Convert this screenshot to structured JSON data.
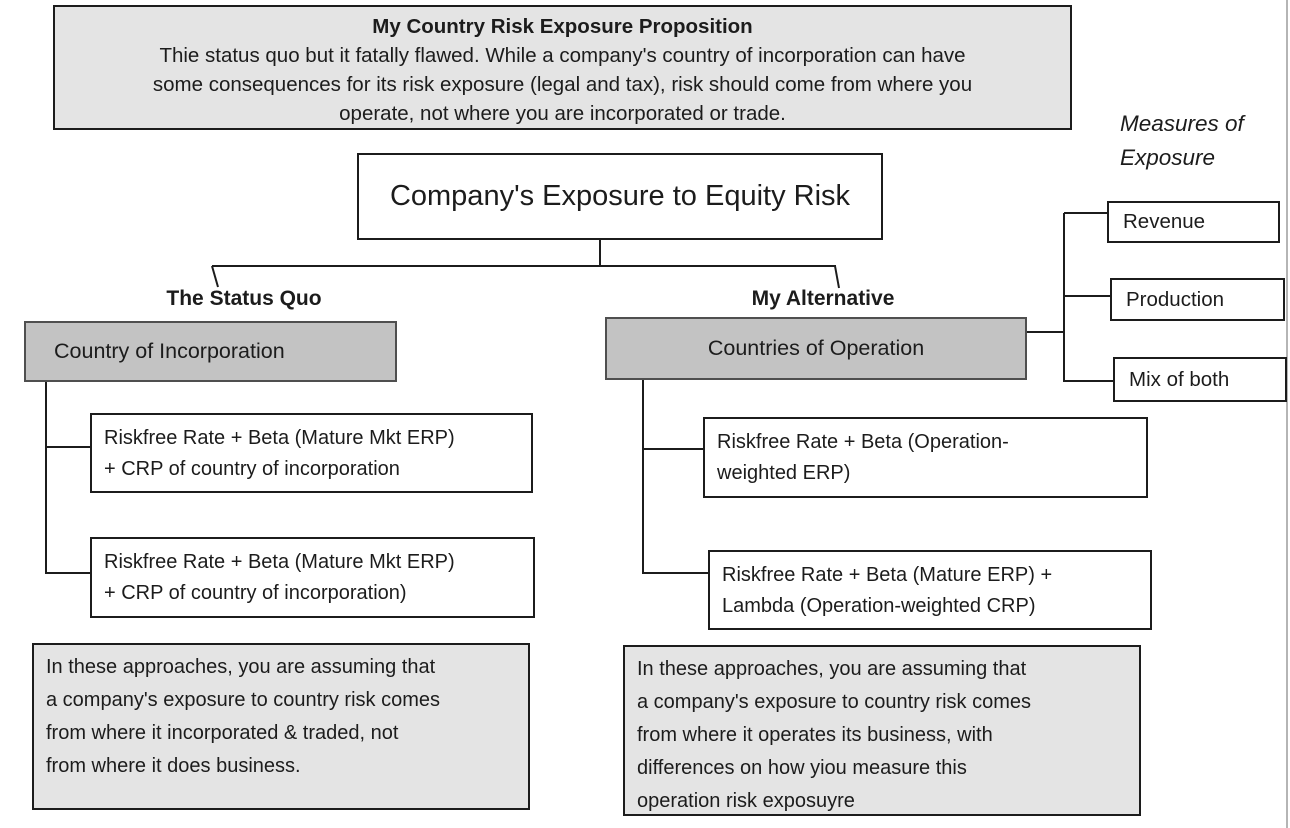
{
  "header": {
    "title": "My Country Risk Exposure Proposition",
    "body": "Thie status quo but it fatally flawed. While a company's country of incorporation can have\nsome consequences for its risk exposure (legal and tax), risk should come from where you\noperate, not where you are incorporated or trade."
  },
  "root": {
    "label": "Company's Exposure to Equity Risk"
  },
  "branches": {
    "left": {
      "header": "The Status Quo",
      "node": "Country of Incorporation",
      "formulas": [
        "Riskfree Rate + Beta (Mature Mkt ERP)\n+ CRP of country of incorporation",
        "Riskfree Rate + Beta (Mature Mkt ERP)\n+ CRP of country of incorporation)"
      ],
      "note": "In these approaches, you are assuming that\na company's exposure to country risk comes\nfrom where it incorporated & traded, not\nfrom where it does business."
    },
    "right": {
      "header": "My Alternative",
      "node": "Countries of Operation",
      "formulas": [
        "Riskfree Rate + Beta (Operation-\nweighted ERP)",
        "Riskfree Rate + Beta (Mature ERP) +\nLambda (Operation-weighted CRP)"
      ],
      "note": "In these approaches, you are assuming that\na company's exposure to country risk comes\nfrom where it operates its business, with\ndifferences on how yiou measure this\noperation risk exposuyre"
    }
  },
  "measures": {
    "label": "Measures of\nExposure",
    "items": [
      "Revenue",
      "Production",
      "Mix of both"
    ]
  },
  "colors": {
    "light_gray_fill": "#e4e4e4",
    "mid_gray_fill": "#c3c3c3",
    "line": "#1c1c1c",
    "page_edge": "#b5b5b5"
  }
}
